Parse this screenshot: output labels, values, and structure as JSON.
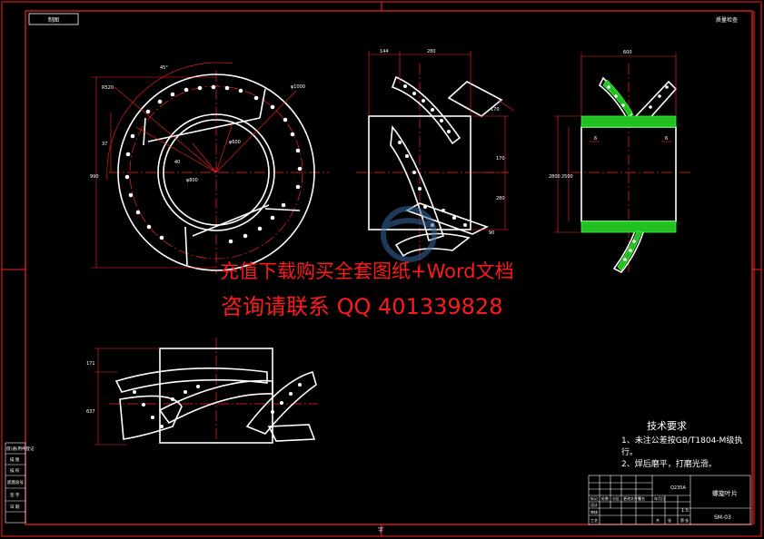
{
  "sheet": {
    "stamp_topleft": "制图",
    "stamp_topright": "质量检查",
    "left_strip": [
      "借(通)用件登记",
      "描 图",
      "描 校",
      "底图总号",
      "签 字",
      "日 期"
    ]
  },
  "watermark": {
    "line1": "充值下载购买全套图纸+Word文档",
    "line2": "咨询请联系 QQ 401339828"
  },
  "dimensions": {
    "front": {
      "d_outer": "φ1000",
      "angle": "45°",
      "r": "R520",
      "d_inner": "φ600",
      "h1": "37",
      "h2": "990",
      "small": "40",
      "d2": "φ800"
    },
    "side": {
      "w1": "144",
      "w2": "280",
      "v1": "170",
      "v2": "170",
      "v3": "280",
      "v4": "90"
    },
    "right": {
      "w": "600",
      "h1": "2800",
      "h2": "2500",
      "t1": "6",
      "t2": "6"
    },
    "bottom": {
      "v1": "171",
      "v2": "637"
    }
  },
  "tech": {
    "title": "技术要求",
    "items": [
      "1、未注公差按GB/T1804-M级执行。",
      "2、焊后磨平，打磨光滑。"
    ]
  },
  "titleblock": {
    "part_name": "螺旋叶片",
    "material": "Q235A",
    "drawing_no": "SM-03",
    "scale": "1:5",
    "headers": [
      "标记",
      "处数",
      "分区",
      "更改文件号",
      "签名",
      "年月日"
    ],
    "rows": [
      "设计",
      "审核",
      "工艺"
    ],
    "footer": [
      "共",
      "张",
      "第",
      "张"
    ],
    "bottom_mark": "字"
  }
}
